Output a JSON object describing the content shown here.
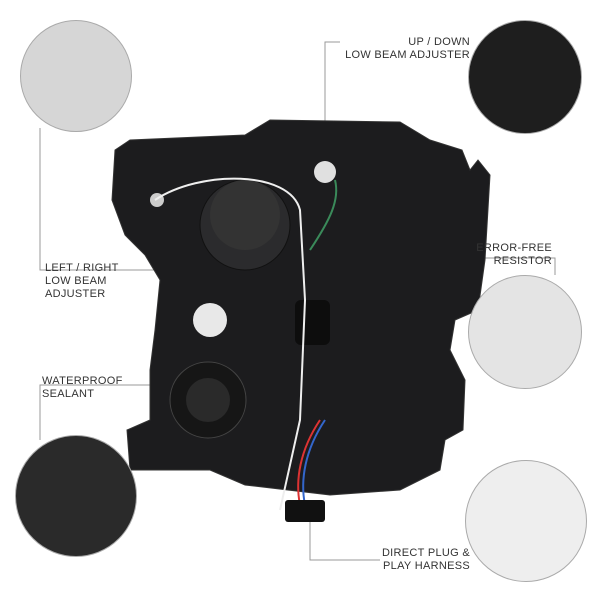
{
  "callouts": {
    "up_down": {
      "line1": "UP / DOWN",
      "line2": "LOW BEAM ADJUSTER"
    },
    "left_right": {
      "line1": "LEFT / RIGHT",
      "line2": "LOW BEAM",
      "line3": "ADJUSTER"
    },
    "resistor": {
      "line1": "ERROR-FREE",
      "line2": "RESISTOR"
    },
    "sealant": {
      "line1": "WATERPROOF",
      "line2": "SEALANT"
    },
    "harness": {
      "line1": "DIRECT PLUG &",
      "line2": "PLAY HARNESS"
    }
  }
}
